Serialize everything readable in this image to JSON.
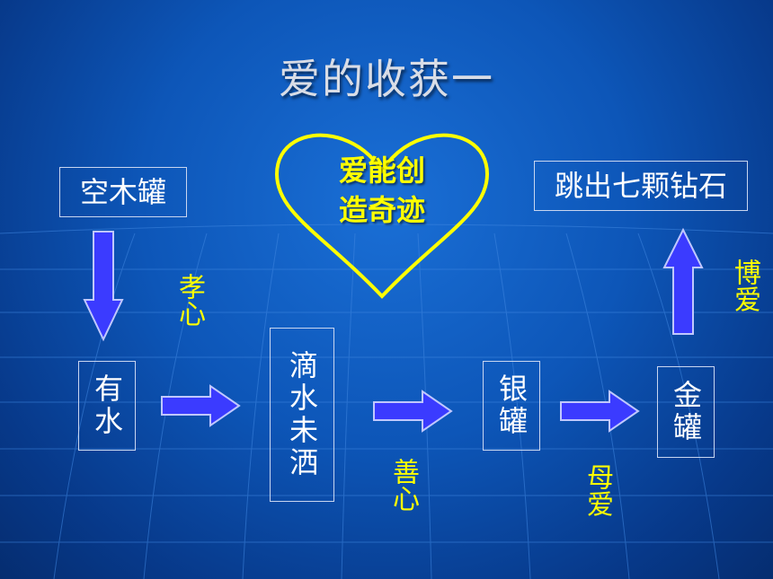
{
  "title": "爱的收获一",
  "heart": {
    "line1": "爱能创",
    "line2": "造奇迹"
  },
  "boxes": {
    "empty_jar": "空木罐",
    "water": "有水",
    "no_drop": "滴水未洒",
    "silver_jar": "银罐",
    "gold_jar": "金罐",
    "diamonds": "跳出七颗钻石"
  },
  "labels": {
    "filial": "孝心",
    "kindness": "善心",
    "mother_love": "母爱",
    "universal_love": "博爱"
  },
  "colors": {
    "arrow_fill": "#3b3bff",
    "arrow_stroke": "#c0c8ff",
    "label": "#ffff00",
    "heart": "#ffff00"
  }
}
